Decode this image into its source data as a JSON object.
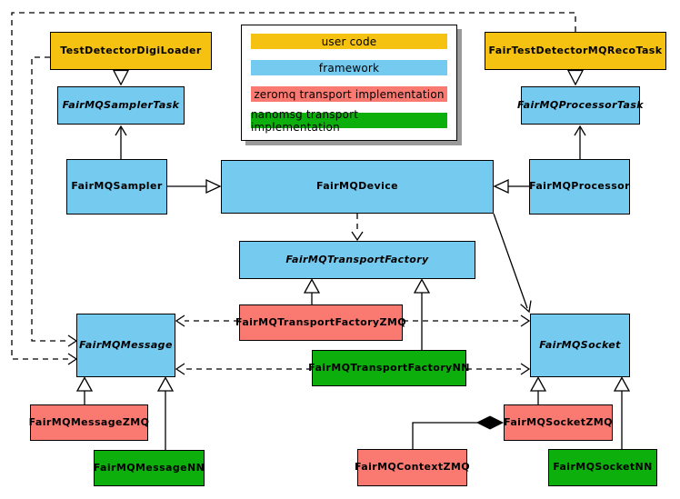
{
  "colors": {
    "user_code": "#F5C211",
    "framework": "#74CAEF",
    "zeromq": "#FA7A72",
    "nanomsg": "#0CAF0C"
  },
  "legend": {
    "items": [
      {
        "label": "user code",
        "color_key": "user_code"
      },
      {
        "label": "framework",
        "color_key": "framework"
      },
      {
        "label": "zeromq transport implementation",
        "color_key": "zeromq"
      },
      {
        "label": "nanomsg transport implementation",
        "color_key": "nanomsg"
      }
    ]
  },
  "nodes": {
    "digiloader": {
      "label": "TestDetectorDigiLoader",
      "category": "user_code",
      "abstract": false
    },
    "recotask": {
      "label": "FairTestDetectorMQRecoTask",
      "category": "user_code",
      "abstract": false
    },
    "samplertask": {
      "label": "FairMQSamplerTask",
      "category": "framework",
      "abstract": true
    },
    "processortask": {
      "label": "FairMQProcessorTask",
      "category": "framework",
      "abstract": true
    },
    "sampler": {
      "label": "FairMQSampler",
      "category": "framework",
      "abstract": false
    },
    "device": {
      "label": "FairMQDevice",
      "category": "framework",
      "abstract": false
    },
    "processor": {
      "label": "FairMQProcessor",
      "category": "framework",
      "abstract": false
    },
    "factory": {
      "label": "FairMQTransportFactory",
      "category": "framework",
      "abstract": true
    },
    "factoryzmq": {
      "label": "FairMQTransportFactoryZMQ",
      "category": "zeromq",
      "abstract": false
    },
    "factorynn": {
      "label": "FairMQTransportFactoryNN",
      "category": "nanomsg",
      "abstract": false
    },
    "message": {
      "label": "FairMQMessage",
      "category": "framework",
      "abstract": true
    },
    "socket": {
      "label": "FairMQSocket",
      "category": "framework",
      "abstract": true
    },
    "messagezmq": {
      "label": "FairMQMessageZMQ",
      "category": "zeromq",
      "abstract": false
    },
    "messagenn": {
      "label": "FairMQMessageNN",
      "category": "nanomsg",
      "abstract": false
    },
    "socketzmq": {
      "label": "FairMQSocketZMQ",
      "category": "zeromq",
      "abstract": false
    },
    "contextzmq": {
      "label": "FairMQContextZMQ",
      "category": "zeromq",
      "abstract": false
    },
    "socketnn": {
      "label": "FairMQSocketNN",
      "category": "nanomsg",
      "abstract": false
    }
  }
}
